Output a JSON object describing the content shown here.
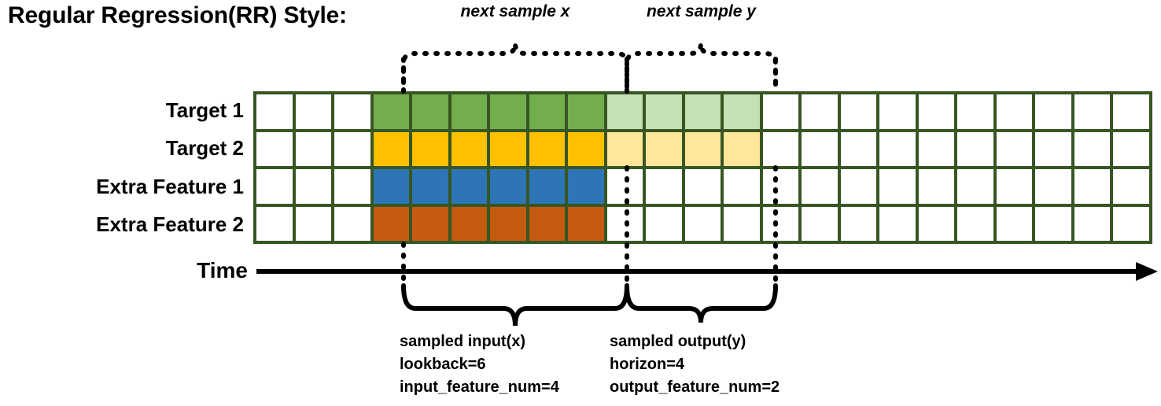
{
  "title": "Regular Regression(RR) Style:",
  "rows": [
    {
      "label": "Target 1",
      "color": "#72AE4C",
      "light_color": "#C5E0B4",
      "has_output": true
    },
    {
      "label": "Target 2",
      "color": "#FFC000",
      "light_color": "#FFE699",
      "has_output": true
    },
    {
      "label": "Extra Feature 1",
      "color": "#2E75B6",
      "light_color": "#FFFFFF",
      "has_output": false
    },
    {
      "label": "Extra Feature 2",
      "color": "#C55A11",
      "light_color": "#FFFFFF",
      "has_output": false
    }
  ],
  "grid": {
    "total_columns": 23,
    "leading_blank_columns": 3,
    "input_columns": 6,
    "output_columns": 4,
    "trailing_blank_columns": 10,
    "grid_line_color": "#375623",
    "empty_cell_color": "#FFFFFF"
  },
  "time_axis": {
    "label": "Time",
    "arrow": "right-arrow"
  },
  "top_notes": {
    "next_sample_x": "next sample x",
    "next_sample_y": "next sample y"
  },
  "bottom_notes": {
    "input": {
      "line1": "sampled input(x)",
      "line2": "lookback=6",
      "line3": "input_feature_num=4"
    },
    "output": {
      "line1": "sampled output(y)",
      "line2": "horizon=4",
      "line3": "output_feature_num=2"
    }
  }
}
